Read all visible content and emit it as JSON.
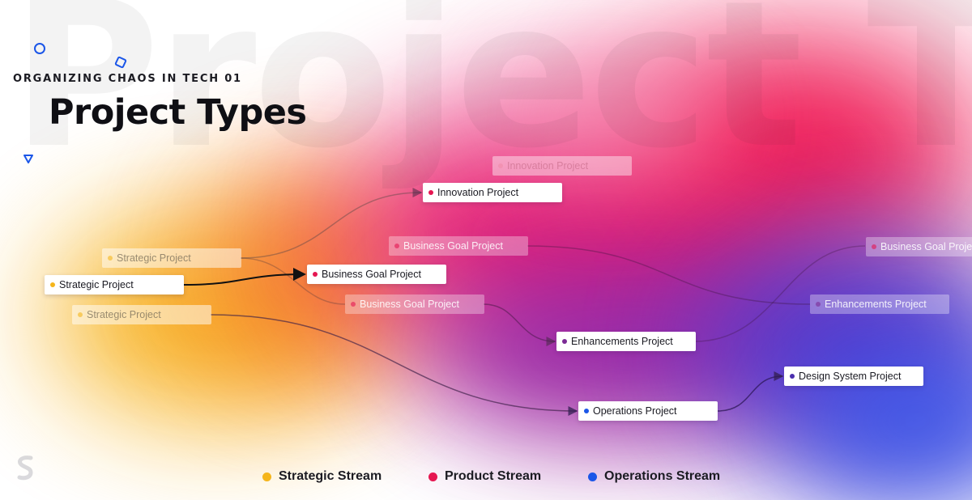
{
  "background_word": "Project Types",
  "eyebrow": "ORGANIZING CHAOS IN TECH 01",
  "title": "Project Types",
  "colors": {
    "strategic": "#f5b51b",
    "product": "#e51651",
    "operations": "#1b56e8",
    "enhancement": "#7b2b95",
    "design": "#4b2fae"
  },
  "nodes": [
    {
      "id": "innovation-ghost",
      "label": "Innovation Project",
      "stream": "product",
      "style": "ghost-light2"
    },
    {
      "id": "innovation",
      "label": "Innovation Project",
      "stream": "product",
      "style": "solid"
    },
    {
      "id": "business-goal-ghost-top",
      "label": "Business Goal Project",
      "stream": "product",
      "style": "ghost"
    },
    {
      "id": "business-goal-ghost-right",
      "label": "Business Goal Project",
      "stream": "product",
      "style": "ghost"
    },
    {
      "id": "strategic-ghost-top",
      "label": "Strategic Project",
      "stream": "strategic",
      "style": "ghost-light"
    },
    {
      "id": "strategic-main",
      "label": "Strategic Project",
      "stream": "strategic",
      "style": "solid"
    },
    {
      "id": "business-goal-main",
      "label": "Business Goal Project",
      "stream": "product",
      "style": "solid"
    },
    {
      "id": "business-goal-ghost-mid",
      "label": "Business Goal Project",
      "stream": "product",
      "style": "ghost"
    },
    {
      "id": "enhancements-ghost",
      "label": "Enhancements Project",
      "stream": "enhancement",
      "style": "ghost"
    },
    {
      "id": "strategic-ghost-bottom",
      "label": "Strategic Project",
      "stream": "strategic",
      "style": "ghost-light"
    },
    {
      "id": "enhancements-main",
      "label": "Enhancements Project",
      "stream": "enhancement",
      "style": "solid"
    },
    {
      "id": "design-system",
      "label": "Design System Project",
      "stream": "design",
      "style": "solid"
    },
    {
      "id": "operations",
      "label": "Operations Project",
      "stream": "operations",
      "style": "solid"
    }
  ],
  "connections": [
    {
      "from": "strategic-ghost-top",
      "to": "innovation",
      "emphasis": "faint"
    },
    {
      "from": "strategic-ghost-top",
      "to": "business-goal-ghost-mid",
      "emphasis": "faint"
    },
    {
      "from": "strategic-main",
      "to": "business-goal-main",
      "emphasis": "strong"
    },
    {
      "from": "business-goal-ghost-mid",
      "to": "enhancements-main",
      "emphasis": "faint"
    },
    {
      "from": "business-goal-ghost-top",
      "to": "enhancements-ghost",
      "emphasis": "faint"
    },
    {
      "from": "enhancements-main",
      "to": "business-goal-ghost-right",
      "emphasis": "faint"
    },
    {
      "from": "strategic-ghost-bottom",
      "to": "operations",
      "emphasis": "medium"
    },
    {
      "from": "operations",
      "to": "design-system",
      "emphasis": "medium"
    }
  ],
  "legend": [
    {
      "label": "Strategic Stream",
      "color": "#f5b51b"
    },
    {
      "label": "Product Stream",
      "color": "#e51651"
    },
    {
      "label": "Operations Stream",
      "color": "#1b56e8"
    }
  ],
  "decorations": [
    "circle-outline-icon",
    "diamond-outline-icon",
    "triangle-outline-icon",
    "brand-logo-icon"
  ]
}
